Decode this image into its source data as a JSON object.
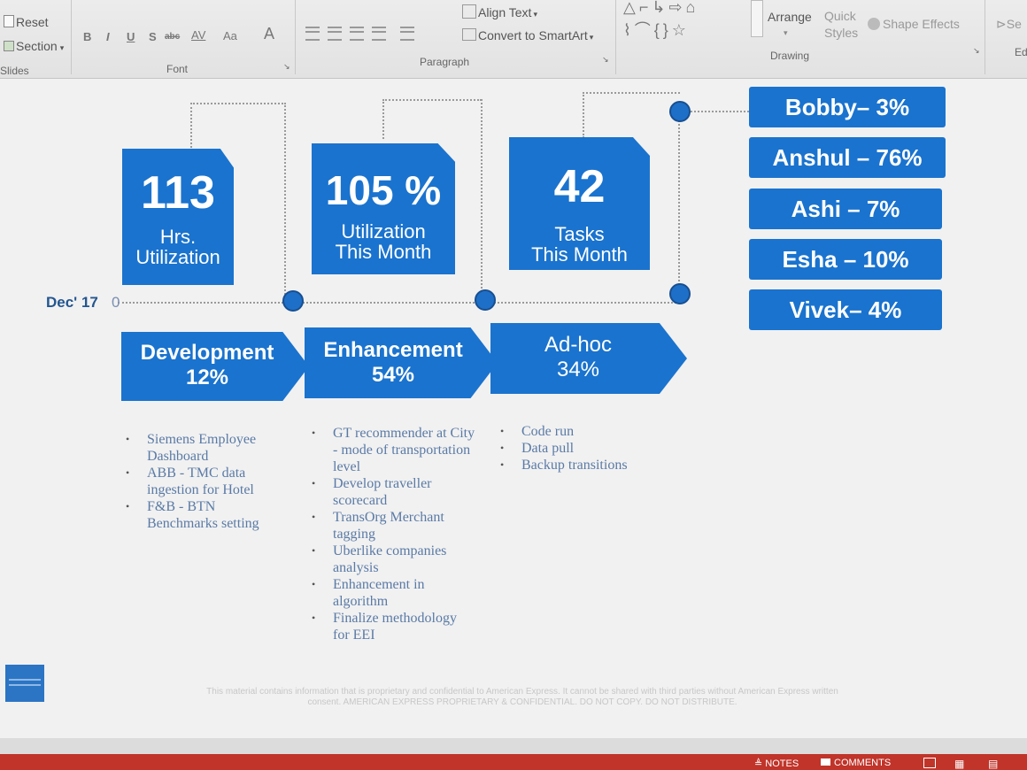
{
  "ribbon": {
    "slides": {
      "reset": "Reset",
      "section": "Section",
      "group": "Slides"
    },
    "font": {
      "bold": "B",
      "italic": "I",
      "underline": "U",
      "shadow": "S",
      "strike": "abc",
      "spacing": "AV",
      "case": "Aa",
      "color": "A",
      "group": "Font"
    },
    "paragraph": {
      "align_text": "Align Text",
      "convert": "Convert to SmartArt",
      "group": "Paragraph"
    },
    "drawing": {
      "arrange": "Arrange",
      "quick_styles": "Quick Styles",
      "shape_effects": "Shape Effects",
      "group": "Drawing"
    },
    "editing": {
      "select": "Se",
      "group": "Ed"
    }
  },
  "slide": {
    "date": "Dec' 17",
    "zero": "0",
    "stats": [
      {
        "value": "113",
        "caption_l1": "Hrs.",
        "caption_l2": "Utilization"
      },
      {
        "value": "105 %",
        "caption_l1": "Utilization",
        "caption_l2": "This Month"
      },
      {
        "value": "42",
        "caption_l1": "Tasks",
        "caption_l2": "This Month"
      }
    ],
    "categories": [
      {
        "name": "Development",
        "percent": "12%"
      },
      {
        "name": "Enhancement",
        "percent": "54%"
      },
      {
        "name": "Ad-hoc",
        "percent": "34%"
      }
    ],
    "people": [
      {
        "label": "Bobby– 3%"
      },
      {
        "label": "Anshul – 76%"
      },
      {
        "label": "Ashi – 7%"
      },
      {
        "label": "Esha – 10%"
      },
      {
        "label": "Vivek– 4%"
      }
    ],
    "development_items": [
      "Siemens Employee Dashboard",
      "ABB - TMC data ingestion for Hotel",
      "F&B - BTN Benchmarks setting"
    ],
    "enhancement_items": [
      "GT recommender at City - mode of transportation level",
      "Develop traveller scorecard",
      "TransOrg Merchant tagging",
      "Uberlike companies analysis",
      "Enhancement in algorithm",
      "Finalize methodology for EEI"
    ],
    "adhoc_items": [
      "Code run",
      "Data pull",
      "Backup transitions"
    ],
    "footer": "This material contains information that is proprietary and confidential to American Express. It cannot be shared with third parties without American Express written consent. AMERICAN EXPRESS PROPRIETARY & CONFIDENTIAL. DO NOT COPY. DO NOT DISTRIBUTE."
  },
  "status_bar": {
    "notes": "NOTES",
    "comments": "COMMENTS"
  },
  "colors": {
    "accent": "#1a73ce",
    "status_bar": "#c0342a"
  }
}
